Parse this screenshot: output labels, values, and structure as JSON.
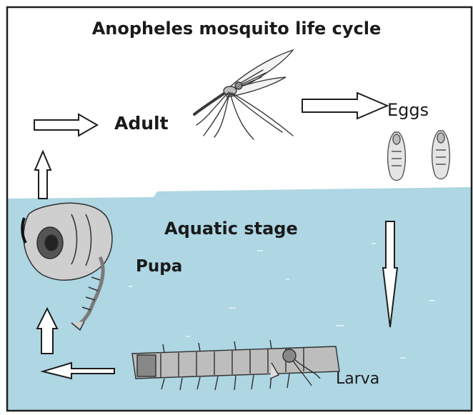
{
  "diagram": {
    "title": "Anopheles mosquito life cycle",
    "colors": {
      "water": "#aed6e3",
      "outline": "#1e1e1e",
      "insect": "#3a3a3a",
      "background": "#ffffff"
    },
    "stages": {
      "adult": "Adult",
      "eggs": "Eggs",
      "aquatic": "Aquatic stage",
      "pupa": "Pupa",
      "larva": "Larva"
    },
    "icons": [
      "mosquito-illustration",
      "eggs-illustration",
      "pupa-illustration",
      "larva-illustration",
      "outline-arrow"
    ],
    "flow": [
      "Adult",
      "Eggs",
      "Larva",
      "Pupa",
      "Adult"
    ]
  }
}
